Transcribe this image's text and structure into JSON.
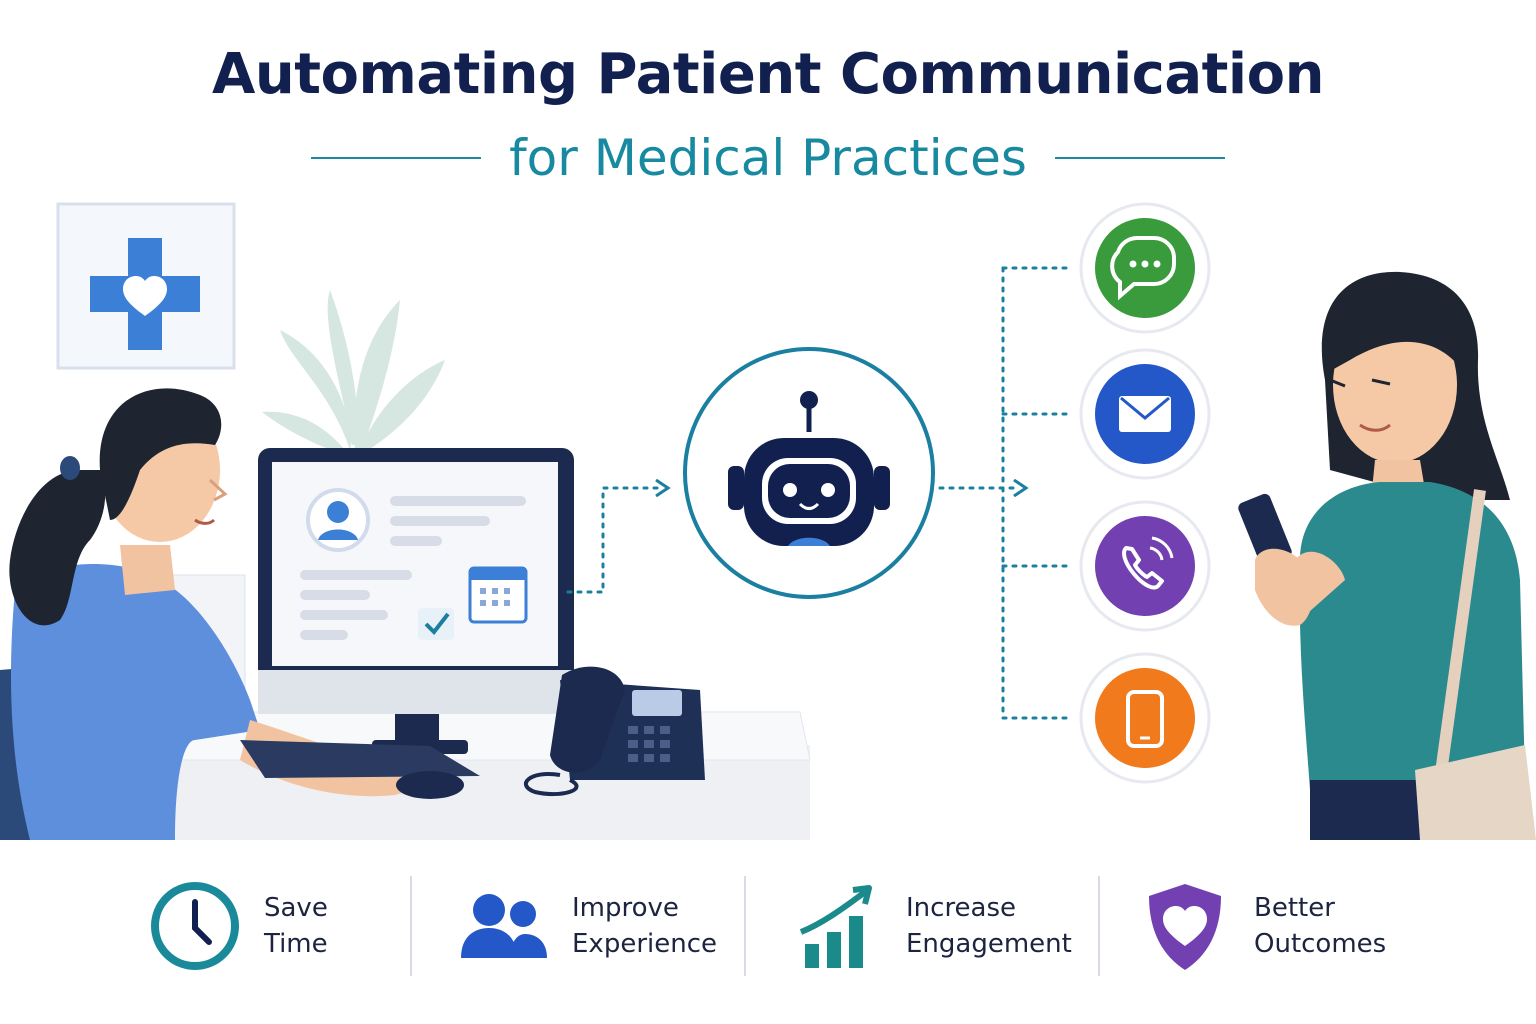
{
  "header": {
    "title": "Automating Patient Communication",
    "subtitle": "for Medical Practices"
  },
  "channels": [
    {
      "icon": "chat-bubble-icon",
      "color": "#3a9b3c"
    },
    {
      "icon": "envelope-icon",
      "color": "#2458c8"
    },
    {
      "icon": "phone-call-icon",
      "color": "#7240b0"
    },
    {
      "icon": "mobile-phone-icon",
      "color": "#f07a1c"
    }
  ],
  "benefits": [
    {
      "line1": "Save",
      "line2": "Time",
      "icon": "clock-icon",
      "color": "#1a8a9a"
    },
    {
      "line1": "Improve",
      "line2": "Experience",
      "icon": "users-icon",
      "color": "#2458c8"
    },
    {
      "line1": "Increase",
      "line2": "Engagement",
      "icon": "growth-chart-icon",
      "color": "#1a8a8a"
    },
    {
      "line1": "Better",
      "line2": "Outcomes",
      "icon": "heart-shield-icon",
      "color": "#7240b0"
    }
  ],
  "colors": {
    "navy": "#12204f",
    "teal": "#1789a0",
    "medical_blue": "#3b7fd6"
  }
}
